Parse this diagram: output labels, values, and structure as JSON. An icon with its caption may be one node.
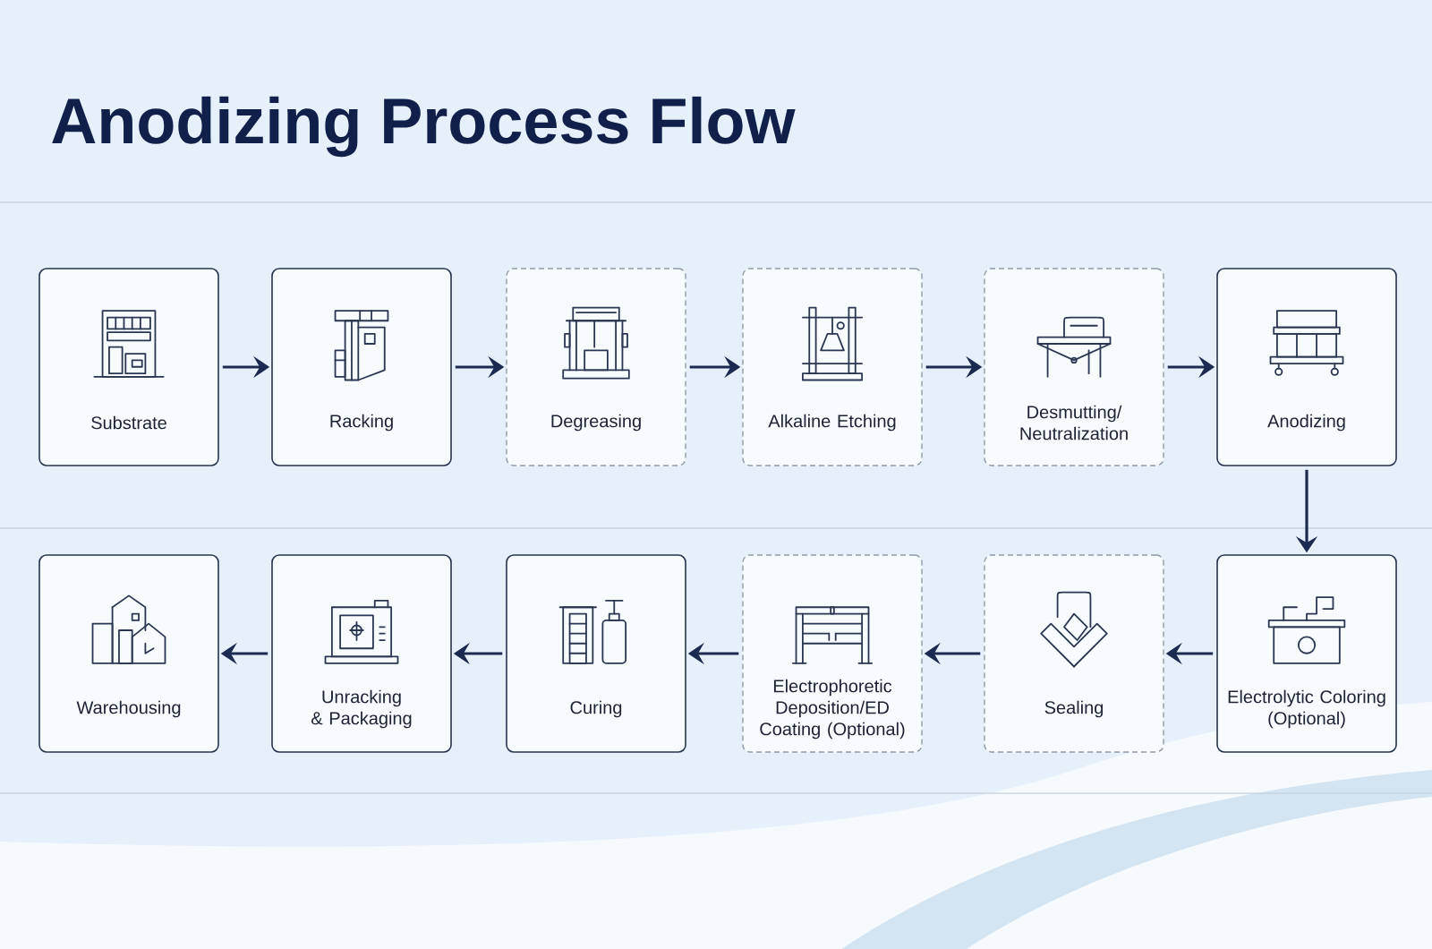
{
  "diagram": {
    "title": "Anodizing Process Flow",
    "nodes": [
      {
        "text": [
          "Substrate"
        ]
      },
      {
        "text": [
          "Racking"
        ]
      },
      {
        "text": [
          "Degreasing"
        ]
      },
      {
        "text": [
          "Alkaline Etching"
        ]
      },
      {
        "text": [
          "Desmutting/ Neutralization"
        ]
      },
      {
        "text": [
          "Anodizing"
        ]
      },
      {
        "text": [
          "Electrolytic Coloring (Optional)"
        ]
      },
      {
        "text": [
          "Sealing"
        ]
      },
      {
        "text": [
          "Electrophoretic Deposition/ED Coating (Optional)"
        ]
      },
      {
        "text": [
          "Curing"
        ]
      },
      {
        "text": [
          "Unracking & Packaging"
        ]
      },
      {
        "text": [
          "Warehousing"
        ]
      }
    ],
    "edges": [
      {
        "from": 0,
        "to": 1,
        "arrow": "to"
      },
      {
        "from": 1,
        "to": 2,
        "arrow": "to"
      },
      {
        "from": 2,
        "to": 3,
        "arrow": "to"
      },
      {
        "from": 3,
        "to": 4,
        "arrow": "to"
      },
      {
        "from": 4,
        "to": 5,
        "arrow": "to"
      },
      {
        "from": 5,
        "to": 6,
        "arrow": "to"
      },
      {
        "from": 6,
        "to": 7,
        "arrow": "to"
      },
      {
        "from": 7,
        "to": 8,
        "arrow": "to"
      },
      {
        "from": 8,
        "to": 9,
        "arrow": "to"
      },
      {
        "from": 9,
        "to": 10,
        "arrow": "to"
      },
      {
        "from": 10,
        "to": 11,
        "arrow": "to"
      }
    ]
  }
}
